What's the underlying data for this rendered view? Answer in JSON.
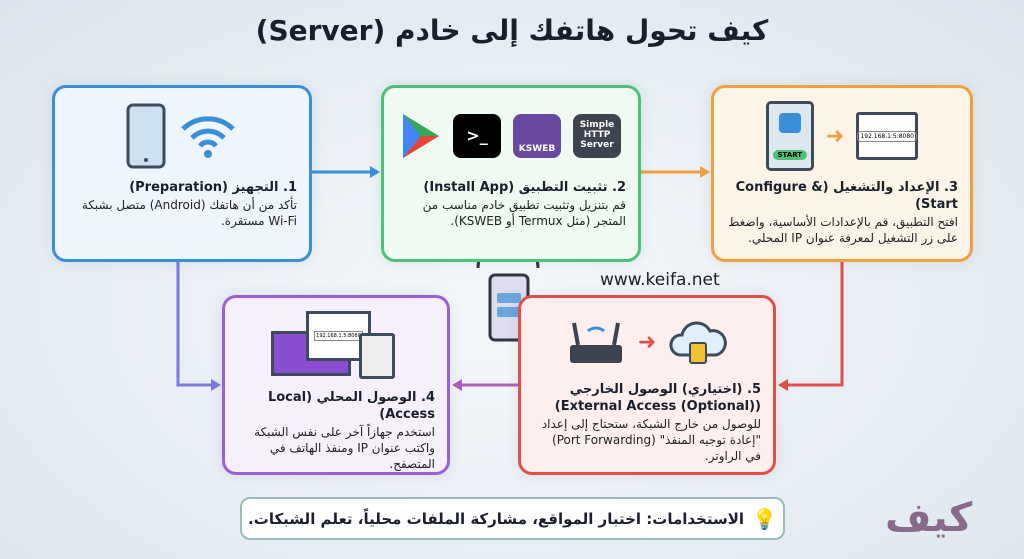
{
  "title": "كيف تحول هاتفك إلى خادم (Server)",
  "steps": [
    {
      "title": "1. التجهيز (Preparation)",
      "text": "تأكد من أن هاتفك (Android) متصل بشبكة Wi-Fi مستقرة.",
      "color": "#3a8fd6"
    },
    {
      "title": "2. تثبيت التطبيق (Install App)",
      "text": "قم بتنزيل وتثبيت تطبيق خادم مناسب من المتجر (مثل Termux أو KSWEB).",
      "color": "#4cc276",
      "apps": [
        "KSWEB",
        "Simple HTTP Server"
      ]
    },
    {
      "title": "3. الإعداد والتشغيل (Configure & Start)",
      "text": "افتح التطبيق، قم بالإعدادات الأساسية، واضغط على زر التشغيل لمعرفة عنوان IP المحلي.",
      "color": "#f0a040",
      "start": "START",
      "address": "192.168.1.5:8080"
    },
    {
      "title": "4. الوصول المحلي (Local Access)",
      "text": "استخدم جهازاً آخر على نفس الشبكة واكتب عنوان IP ومنفذ الهاتف في المتصفح.",
      "color": "#9b5fd6",
      "address": "192.168.1.5:8080"
    },
    {
      "title": "5. (اختياري) الوصول الخارجي ((Optional) External Access)",
      "text": "للوصول من خارج الشبكة، ستحتاج إلى إعداد \"إعادة توجيه المنفذ\" (Port Forwarding) في الراوتر.",
      "color": "#e0504a"
    }
  ],
  "website": "www.keifa.net",
  "banner": "الاستخدامات: اختبار المواقع، مشاركة الملفات محلياً، تعلم الشبكات.",
  "logo": "كيف"
}
